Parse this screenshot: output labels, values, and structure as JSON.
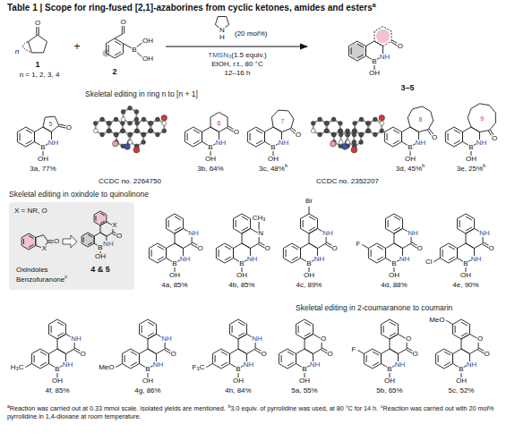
{
  "diagram": {
    "title": "Table 1 | Scope for ring-fused [2,1]-azaborines from cyclic ketones, amides and esters",
    "nodes": [
      {
        "text": [
          "X = NR, O",
          "X",
          "O",
          "Oxindoles",
          "Benzofuranone",
          "c",
          "O",
          "X",
          "NH",
          "B",
          "OH",
          "4 & 5"
        ]
      }
    ],
    "labels": [
      "a",
      "O",
      "n",
      "1",
      "n = 1, 2, 3, 4",
      "+",
      "O",
      "B",
      "OH",
      "OH",
      "2",
      "N",
      "H",
      "(20 mol%)",
      "TMSN₃",
      "(1.5 equiv.)",
      "EtOH, r.t., 80 °C",
      "12–16 h",
      "O",
      "NH",
      "B",
      "OH",
      "3–5",
      "Skeletal editing in ring n to [n + 1]",
      "5",
      "O",
      "NH",
      "B",
      "OH",
      "3a, 77%",
      "CCDC no. 2264750",
      "6",
      "O",
      "NH",
      "B",
      "OH",
      "3b, 64%",
      "7",
      "O",
      "NH",
      "B",
      "OH",
      "3c, 48%",
      "b",
      "CCDC no. 2352207",
      "8",
      "O",
      "NH",
      "B",
      "OH",
      "3d, 45%",
      "b",
      "9",
      "O",
      "NH",
      "B",
      "OH",
      "3e, 25%",
      "b",
      "Skeletal editing in oxindole to quinolinone",
      "O",
      "NH",
      "NH",
      "B",
      "OH",
      "4a, 85%",
      "O",
      "N",
      "CH₃",
      "NH",
      "B",
      "OH",
      "4b, 85%",
      "Br",
      "O",
      "NH",
      "NH",
      "B",
      "OH",
      "4c, 89%",
      "F",
      "O",
      "NH",
      "NH",
      "B",
      "OH",
      "4d, 88%",
      "Cl",
      "O",
      "NH",
      "NH",
      "B",
      "OH",
      "4e, 90%",
      "Skeletal editing in 2-coumaranone to coumarin",
      "H₃C",
      "O",
      "NH",
      "NH",
      "B",
      "OH",
      "4f, 85%",
      "MeO",
      "O",
      "NH",
      "NH",
      "B",
      "OH",
      "4g, 86%",
      "F₃C",
      "O",
      "NH",
      "NH",
      "B",
      "OH",
      "4h, 84%",
      "O",
      "O",
      "NH",
      "B",
      "OH",
      "5a, 55%",
      "F",
      "O",
      "O",
      "NH",
      "B",
      "OH",
      "5b, 65%",
      "MeO",
      "O",
      "O",
      "NH",
      "B",
      "OH",
      "5c, 52%",
      "a",
      "Reaction was carried out at 0.33 mmol scale. Isolated yields are mentioned.",
      "b",
      "3.0 equiv. of pyrrolidine was used, at 80 °C for 14 h.",
      "c",
      "Reaction was carried out with 20 mol% pyrrolidine in 1,4-dioxane at room temperature."
    ]
  }
}
